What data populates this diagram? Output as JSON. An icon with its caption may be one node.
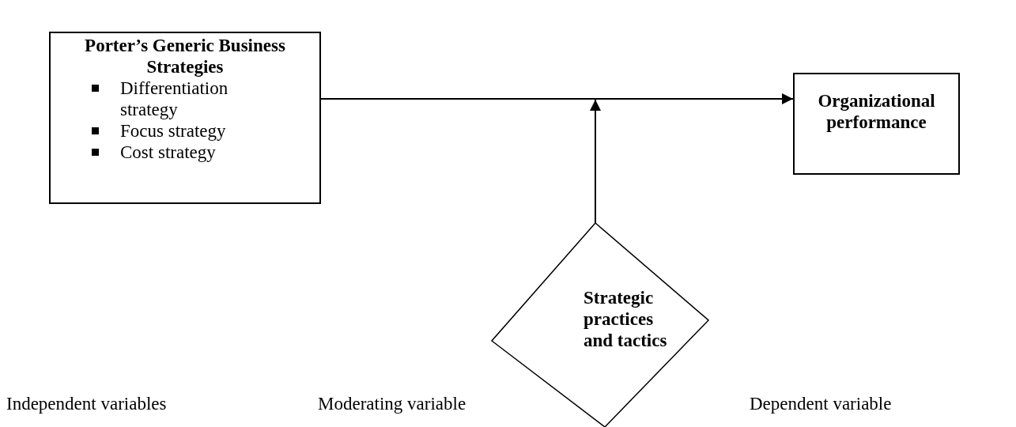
{
  "diagram": {
    "nodes": [
      {
        "text": [
          "Porter’s Generic Business Strategies",
          "Differentiation strategy",
          "Focus strategy",
          "Cost strategy"
        ]
      },
      {
        "text": [
          "Organizational performance"
        ]
      },
      {
        "text": [
          "Strategic practices and tactics"
        ]
      }
    ],
    "edges": [
      {
        "from": 0,
        "to": 1,
        "arrow": "to"
      },
      {
        "from": 2,
        "to": null,
        "arrow": "to"
      }
    ],
    "labels": [
      "Independent variables",
      "Moderating variable",
      "Dependent variable"
    ]
  }
}
